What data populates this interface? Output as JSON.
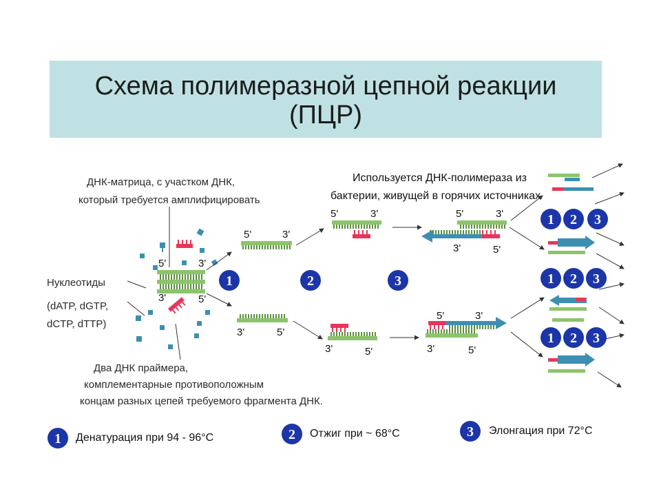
{
  "title": {
    "line1": "Схема полимеразной цепной реакции",
    "line2": "(ПЦР)"
  },
  "labels": {
    "template": [
      "ДНК-матрица, с участком ДНК,",
      "который требуется амплифицировать"
    ],
    "polymerase": [
      "Используется  ДНК-полимераза из",
      "бактерии, живущей в горячих источниках"
    ],
    "nucleotides": [
      "Нуклеотиды",
      "(dATP, dGTP,",
      "dCTP, dTTP)"
    ],
    "primers": [
      "Два  ДНК  праймера,",
      "комплементарные противоположным",
      "концам разных цепей требуемого фрагмента ДНК."
    ]
  },
  "ends": {
    "five": "5'",
    "three": "3'"
  },
  "step_badges": [
    "1",
    "2",
    "3"
  ],
  "legend": [
    {
      "num": "1",
      "text": "Денатурация при 94 - 96°С"
    },
    {
      "num": "2",
      "text": "Отжиг при ~ 68°С"
    },
    {
      "num": "3",
      "text": "Элонгация при 72°С"
    }
  ],
  "colors": {
    "dna": "#8cc46a",
    "primer": "#e8365a",
    "new_strand": "#3d8fb2",
    "badge": "#1c35a8",
    "title_bg": "#bfe1e4"
  }
}
